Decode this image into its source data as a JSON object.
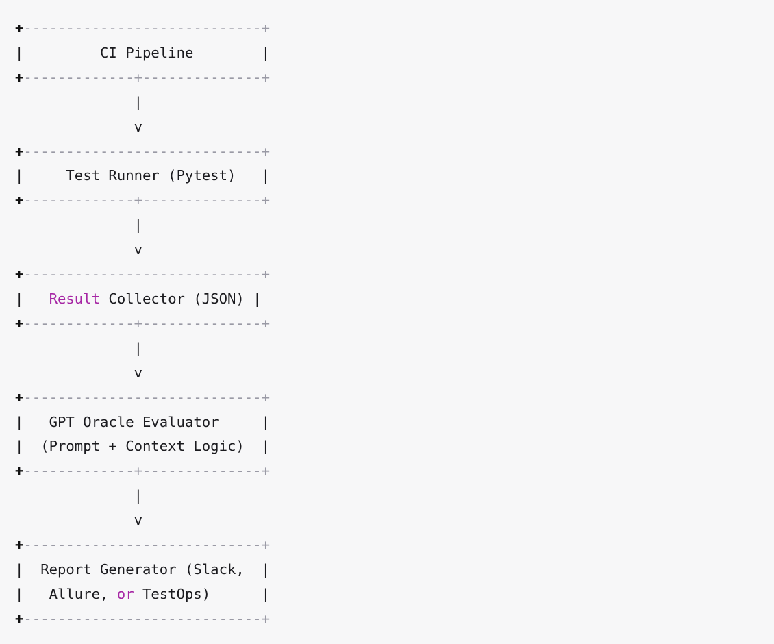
{
  "document": {
    "kind": "ascii-art-diagram",
    "title": "CI Pipeline",
    "background_color": "#f7f7f8",
    "default_text_color": "#1b1b1f",
    "accent_keyword_color": "#a626a4",
    "rule_color": "#9a9aa5",
    "plus_color": "#111111"
  },
  "diagram": {
    "box_width_chars": 30,
    "nodes": [
      {
        "id": "ci-pipeline",
        "top_border": "+----------------------------+",
        "lines": [
          {
            "text": "|         CI Pipeline        |",
            "keywords": []
          }
        ],
        "bottom_border": "+-------------+--------------+",
        "label": "CI Pipeline"
      },
      {
        "id": "test-runner",
        "top_border": "+----------------------------+",
        "lines": [
          {
            "text": "|     Test Runner (Pytest)   |",
            "keywords": []
          }
        ],
        "bottom_border": "+-------------+--------------+",
        "label": "Test Runner (Pytest)"
      },
      {
        "id": "result-collector",
        "top_border": "+----------------------------+",
        "lines": [
          {
            "text": "|   Result Collector (JSON) |",
            "keywords": [
              "Result"
            ]
          }
        ],
        "bottom_border": "+-------------+--------------+",
        "label": "Result Collector (JSON)"
      },
      {
        "id": "gpt-oracle-evaluator",
        "top_border": "+----------------------------+",
        "lines": [
          {
            "text": "|   GPT Oracle Evaluator     |",
            "keywords": []
          },
          {
            "text": "|  (Prompt + Context Logic)  |",
            "keywords": []
          }
        ],
        "bottom_border": "+-------------+--------------+",
        "label": "GPT Oracle Evaluator (Prompt + Context Logic)"
      },
      {
        "id": "report-generator",
        "top_border": "+----------------------------+",
        "lines": [
          {
            "text": "|  Report Generator (Slack,  |",
            "keywords": []
          },
          {
            "text": "|   Allure, or TestOps)      |",
            "keywords": [
              "or"
            ]
          }
        ],
        "bottom_border": "+----------------------------+",
        "label": "Report Generator (Slack, Allure, or TestOps)"
      }
    ],
    "connectors": [
      {
        "stem": "              |",
        "head": "              v"
      },
      {
        "stem": "              |",
        "head": "              v"
      },
      {
        "stem": "              |",
        "head": "              v"
      },
      {
        "stem": "              |",
        "head": "              v"
      }
    ],
    "keyword_tokens": [
      "Result",
      "or"
    ],
    "raw_text": "+----------------------------+\n|         CI Pipeline        |\n+-------------+--------------+\n              |\n              v\n+----------------------------+\n|     Test Runner (Pytest)   |\n+-------------+--------------+\n              |\n              v\n+----------------------------+\n|   Result Collector (JSON) |\n+-------------+--------------+\n              |\n              v\n+----------------------------+\n|   GPT Oracle Evaluator     |\n|  (Prompt + Context Logic)  |\n+-------------+--------------+\n              |\n              v\n+----------------------------+\n|  Report Generator (Slack,  |\n|   Allure, or TestOps)      |\n+----------------------------+"
  },
  "lines": [
    {
      "id": "l01",
      "type": "border-top",
      "segments": [
        {
          "t": "+",
          "c": "plus"
        },
        {
          "t": "----------------------------",
          "c": "dash"
        },
        {
          "t": "+",
          "c": "dash"
        }
      ]
    },
    {
      "id": "l02",
      "type": "box-text",
      "segments": [
        {
          "t": "|",
          "c": "pipe"
        },
        {
          "t": "         CI Pipeline        ",
          "c": "text"
        },
        {
          "t": "|",
          "c": "pipe"
        }
      ]
    },
    {
      "id": "l03",
      "type": "border-bottom",
      "segments": [
        {
          "t": "+",
          "c": "plus"
        },
        {
          "t": "-------------",
          "c": "dash"
        },
        {
          "t": "+",
          "c": "dash"
        },
        {
          "t": "--------------",
          "c": "dash"
        },
        {
          "t": "+",
          "c": "dash"
        }
      ]
    },
    {
      "id": "l04",
      "type": "connector",
      "segments": [
        {
          "t": "              |",
          "c": "arrow"
        }
      ]
    },
    {
      "id": "l05",
      "type": "connector",
      "segments": [
        {
          "t": "              v",
          "c": "arrow"
        }
      ]
    },
    {
      "id": "l06",
      "type": "border-top",
      "segments": [
        {
          "t": "+",
          "c": "plus"
        },
        {
          "t": "----------------------------",
          "c": "dash"
        },
        {
          "t": "+",
          "c": "dash"
        }
      ]
    },
    {
      "id": "l07",
      "type": "box-text",
      "segments": [
        {
          "t": "|",
          "c": "pipe"
        },
        {
          "t": "     Test Runner (Pytest)   ",
          "c": "text"
        },
        {
          "t": "|",
          "c": "pipe"
        }
      ]
    },
    {
      "id": "l08",
      "type": "border-bottom",
      "segments": [
        {
          "t": "+",
          "c": "plus"
        },
        {
          "t": "-------------",
          "c": "dash"
        },
        {
          "t": "+",
          "c": "dash"
        },
        {
          "t": "--------------",
          "c": "dash"
        },
        {
          "t": "+",
          "c": "dash"
        }
      ]
    },
    {
      "id": "l09",
      "type": "connector",
      "segments": [
        {
          "t": "              |",
          "c": "arrow"
        }
      ]
    },
    {
      "id": "l10",
      "type": "connector",
      "segments": [
        {
          "t": "              v",
          "c": "arrow"
        }
      ]
    },
    {
      "id": "l11",
      "type": "border-top",
      "segments": [
        {
          "t": "+",
          "c": "plus"
        },
        {
          "t": "----------------------------",
          "c": "dash"
        },
        {
          "t": "+",
          "c": "dash"
        }
      ]
    },
    {
      "id": "l12",
      "type": "box-text",
      "segments": [
        {
          "t": "|",
          "c": "pipe"
        },
        {
          "t": "   ",
          "c": "text"
        },
        {
          "t": "Result",
          "c": "kw"
        },
        {
          "t": " Collector (JSON) ",
          "c": "text"
        },
        {
          "t": "|",
          "c": "pipe"
        }
      ]
    },
    {
      "id": "l13",
      "type": "border-bottom",
      "segments": [
        {
          "t": "+",
          "c": "plus"
        },
        {
          "t": "-------------",
          "c": "dash"
        },
        {
          "t": "+",
          "c": "dash"
        },
        {
          "t": "--------------",
          "c": "dash"
        },
        {
          "t": "+",
          "c": "dash"
        }
      ]
    },
    {
      "id": "l14",
      "type": "connector",
      "segments": [
        {
          "t": "              |",
          "c": "arrow"
        }
      ]
    },
    {
      "id": "l15",
      "type": "connector",
      "segments": [
        {
          "t": "              v",
          "c": "arrow"
        }
      ]
    },
    {
      "id": "l16",
      "type": "border-top",
      "segments": [
        {
          "t": "+",
          "c": "plus"
        },
        {
          "t": "----------------------------",
          "c": "dash"
        },
        {
          "t": "+",
          "c": "dash"
        }
      ]
    },
    {
      "id": "l17",
      "type": "box-text",
      "segments": [
        {
          "t": "|",
          "c": "pipe"
        },
        {
          "t": "   GPT Oracle Evaluator     ",
          "c": "text"
        },
        {
          "t": "|",
          "c": "pipe"
        }
      ]
    },
    {
      "id": "l18",
      "type": "box-text",
      "segments": [
        {
          "t": "|",
          "c": "pipe"
        },
        {
          "t": "  (Prompt + Context Logic)  ",
          "c": "text"
        },
        {
          "t": "|",
          "c": "pipe"
        }
      ]
    },
    {
      "id": "l19",
      "type": "border-bottom",
      "segments": [
        {
          "t": "+",
          "c": "plus"
        },
        {
          "t": "-------------",
          "c": "dash"
        },
        {
          "t": "+",
          "c": "dash"
        },
        {
          "t": "--------------",
          "c": "dash"
        },
        {
          "t": "+",
          "c": "dash"
        }
      ]
    },
    {
      "id": "l20",
      "type": "connector",
      "segments": [
        {
          "t": "              |",
          "c": "arrow"
        }
      ]
    },
    {
      "id": "l21",
      "type": "connector",
      "segments": [
        {
          "t": "              v",
          "c": "arrow"
        }
      ]
    },
    {
      "id": "l22",
      "type": "border-top",
      "segments": [
        {
          "t": "+",
          "c": "plus"
        },
        {
          "t": "----------------------------",
          "c": "dash"
        },
        {
          "t": "+",
          "c": "dash"
        }
      ]
    },
    {
      "id": "l23",
      "type": "box-text",
      "segments": [
        {
          "t": "|",
          "c": "pipe"
        },
        {
          "t": "  Report Generator (Slack,  ",
          "c": "text"
        },
        {
          "t": "|",
          "c": "pipe"
        }
      ]
    },
    {
      "id": "l24",
      "type": "box-text",
      "segments": [
        {
          "t": "|",
          "c": "pipe"
        },
        {
          "t": "   Allure, ",
          "c": "text"
        },
        {
          "t": "or",
          "c": "kw"
        },
        {
          "t": " TestOps)      ",
          "c": "text"
        },
        {
          "t": "|",
          "c": "pipe"
        }
      ]
    },
    {
      "id": "l25",
      "type": "border-bottom",
      "segments": [
        {
          "t": "+",
          "c": "plus"
        },
        {
          "t": "----------------------------",
          "c": "dash"
        },
        {
          "t": "+",
          "c": "dash"
        }
      ]
    }
  ]
}
